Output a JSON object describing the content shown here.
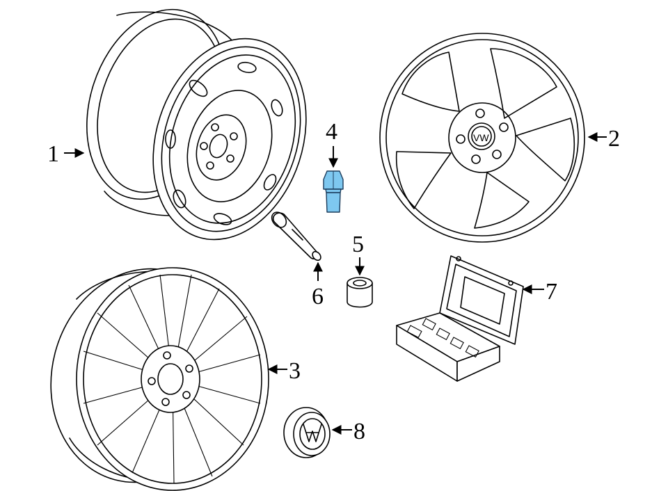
{
  "callouts": {
    "c1": "1",
    "c2": "2",
    "c3": "3",
    "c4": "4",
    "c5": "5",
    "c6": "6",
    "c7": "7",
    "c8": "8"
  },
  "colors": {
    "line": "#000000",
    "highlight_part": "#7ec8f0",
    "background": "#ffffff"
  },
  "emblem_letters": "VW"
}
